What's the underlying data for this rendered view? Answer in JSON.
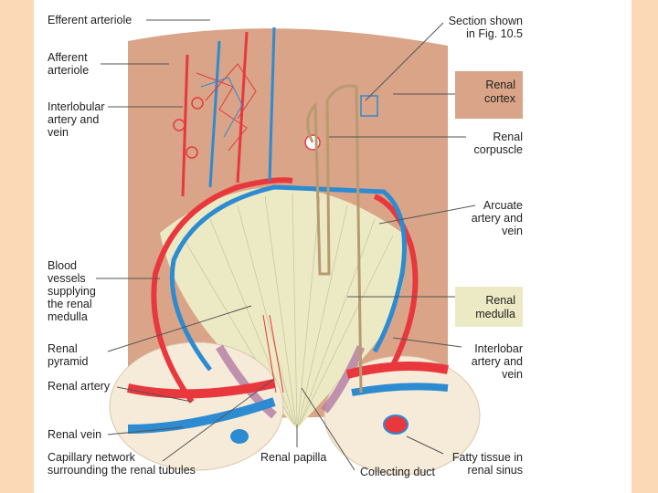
{
  "labels": {
    "efferent_arteriole": "Efferent arteriole",
    "afferent_arteriole": [
      "Afferent",
      "arteriole"
    ],
    "interlobular": [
      "Interlobular",
      "artery and",
      "vein"
    ],
    "blood_vessels": [
      "Blood",
      "vessels",
      "supplying",
      "the renal",
      "medulla"
    ],
    "renal_pyramid": [
      "Renal",
      "pyramid"
    ],
    "renal_artery": "Renal artery",
    "renal_vein": "Renal vein",
    "capillary_network": [
      "Capillary network",
      "surrounding the renal tubules"
    ],
    "renal_papilla": "Renal papilla",
    "collecting_duct": "Collecting duct",
    "fatty_tissue": [
      "Fatty tissue in",
      "renal sinus"
    ],
    "section_shown": [
      "Section shown",
      "in Fig. 10.5"
    ],
    "renal_cortex": [
      "Renal",
      "cortex"
    ],
    "renal_corpuscle": [
      "Renal",
      "corpuscle"
    ],
    "arcuate": [
      "Arcuate",
      "artery and",
      "vein"
    ],
    "renal_medulla": [
      "Renal",
      "medulla"
    ],
    "interlobar": [
      "Interlobar",
      "artery and",
      "vein"
    ]
  },
  "colors": {
    "background": "#fcd9b6",
    "cortex": "#d9a487",
    "medulla": "#eceac4",
    "artery": "#e8383d",
    "vein": "#2d8bd1",
    "fat": "#f6ebd8",
    "papilla_edge": "#b37aa3"
  }
}
